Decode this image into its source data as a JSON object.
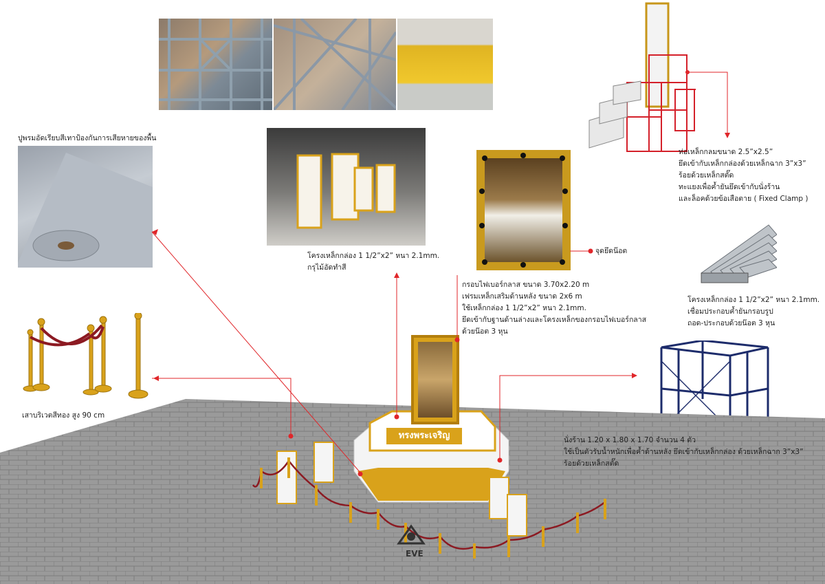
{
  "captions": {
    "carpet": "ปูพรมอัดเรียบสีเทาป้องกันการเสียหายของพื้น",
    "podium": [
      "โครงเหล็กกล่อง 1 1/2”x2” หนา 2.1mm.",
      "กรุไม้อัดทำสี"
    ],
    "bolt_point": "จุดยึดน๊อต",
    "fiberglass_frame": [
      "กรอบไฟเบอร์กลาส ขนาด 3.70x2.20 m",
      "เฟรมเหล็กเสริมด้านหลัง ขนาด 2x6 m",
      "ใช้เหล็กกล่อง  1 1/2”x2”  หนา  2.1mm.",
      "ยึดเข้ากับฐานด้านล่างและโครงเหล็กของกรอบไฟเบอร์กลาส",
      "ด้วยน๊อต 3 หุน"
    ],
    "round_pipe": [
      "ท่อเหล็กกลมขนาด 2.5”x2.5”",
      "ยึดเข้ากับเหล็กกล่องด้วยเหล็กฉาก 3”x3”",
      "ร้อยด้วยเหล็กสตั๊ด",
      "ทะแยงเพื่อค้ำยันยึดเข้ากับนั่งร้าน",
      "และล็อคด้วยข้อเสือตาย ( Fixed Clamp  )"
    ],
    "steel_box": [
      "โครงเหล็กกล่อง 1 1/2”x2” หนา 2.1mm.",
      "เชื่อมประกอบค้ำยันกรอบรูป",
      "ถอด-ประกอบด้วยน๊อต 3 หุน"
    ],
    "scaffold": [
      "นั่งร้าน 1.20 x 1.80 x 1.70 จำนวน 4 ตัว",
      "ใช้เป็นตัวรับน้ำหนักเพื่อค้ำด้านหลัง ยึดเข้ากับเหล็กกล่อง ด้วยเหล็กฉาก 3”x3”",
      "ร้อยด้วยเหล็กสตั๊ด"
    ],
    "stanchion": "เสาบริเวตสีทอง สูง 90 cm"
  },
  "podium_sign": "ทรงพระเจริญ",
  "logo_text": "EVE",
  "colors": {
    "callout_red": "#e0262a",
    "gold": "#d9a21b",
    "floor_tile": "#9a9a9a",
    "rope": "#8c1a22",
    "scaffold_blue": "#1d2c6b"
  }
}
